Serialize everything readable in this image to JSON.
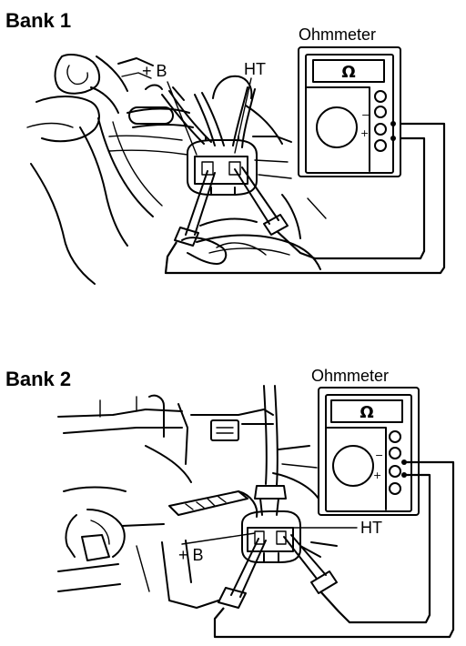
{
  "panels": [
    {
      "heading": "Bank 1",
      "meter_title": "Ohmmeter",
      "display_symbol": "Ω",
      "terminal_minus": "−",
      "terminal_plus": "+",
      "label_b": "+ B",
      "label_ht": "HT"
    },
    {
      "heading": "Bank 2",
      "meter_title": "Ohmmeter",
      "display_symbol": "Ω",
      "terminal_minus": "−",
      "terminal_plus": "+",
      "label_b": "+ B",
      "label_ht": "HT"
    }
  ]
}
